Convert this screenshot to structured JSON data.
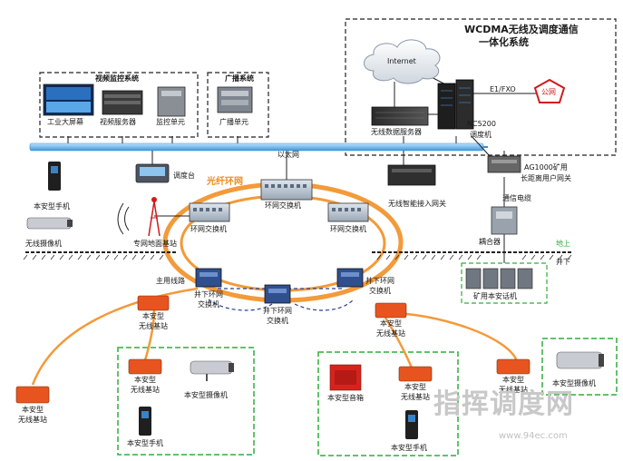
{
  "wcdma": {
    "title_line1": "WCDMA无线及调度通信",
    "title_line2": "一体化系统"
  },
  "internet": "Internet",
  "e1fxo": "E1/FXO",
  "public_net": "公网",
  "data_server": "无线数据服务器",
  "nc5200": "NC5200",
  "dispatcher": "调度机",
  "video_system": "视频监控系统",
  "broadcast_system": "广播系统",
  "big_screen": "工业大屏幕",
  "video_server": "视频服务器",
  "monitor_unit": "监控单元",
  "broadcast_unit": "广播单元",
  "ethernet": "以太网",
  "console": "调度台",
  "fiber_ring": "光纤环网",
  "ring_switch_top": "环网交换机",
  "ring_switch_left": "环网交换机",
  "ring_switch_right": "环网交换机",
  "gateway": "无线智能接入网关",
  "ag1000_line1": "AG1000矿用",
  "ag1000_line2": "长距离用户网关",
  "comm_cable": "通信电缆",
  "coupler": "耦合器",
  "ground_above": "地上",
  "ground_below": "井下",
  "mine_phone": "矿用本安话机",
  "handset_top": "本安型手机",
  "camera_top": "无线摄像机",
  "surface_station": "专网地面基站",
  "main_line": "主用线路",
  "uw_switch_left_1": "井下环网",
  "uw_switch_left_2": "交换机",
  "uw_switch_mid_1": "井下环网",
  "uw_switch_mid_2": "交换机",
  "uw_switch_right_1": "井下环网",
  "uw_switch_right_2": "交换机",
  "bs_left_1": "本安型",
  "bs_left_2": "无线基站",
  "bs_right_1": "本安型",
  "bs_right_2": "无线基站",
  "bs_far_left_1": "本安型",
  "bs_far_left_2": "无线基站",
  "bs_box1_1": "本安型",
  "bs_box1_2": "无线基站",
  "cam_box1": "本安型摄像机",
  "phone_box1": "本安型手机",
  "speaker_box2": "本安型音箱",
  "bs_box2_1": "本安型",
  "bs_box2_2": "无线基站",
  "phone_box2": "本安型手机",
  "bs_box3_1": "本安型",
  "bs_box3_2": "无线基站",
  "cam_box3": "本安型摄像机",
  "watermark": "指挥调度网",
  "watermark_url": "www.94ec.com",
  "colors": {
    "fiber": "#f39a3a",
    "ethernet": "#4da3e0",
    "blue_dash": "#2a3f8f",
    "green_dash": "#2fae3a",
    "black_dash": "#222222",
    "device_orange": "#e8541f",
    "public_red": "#d11a1a"
  }
}
